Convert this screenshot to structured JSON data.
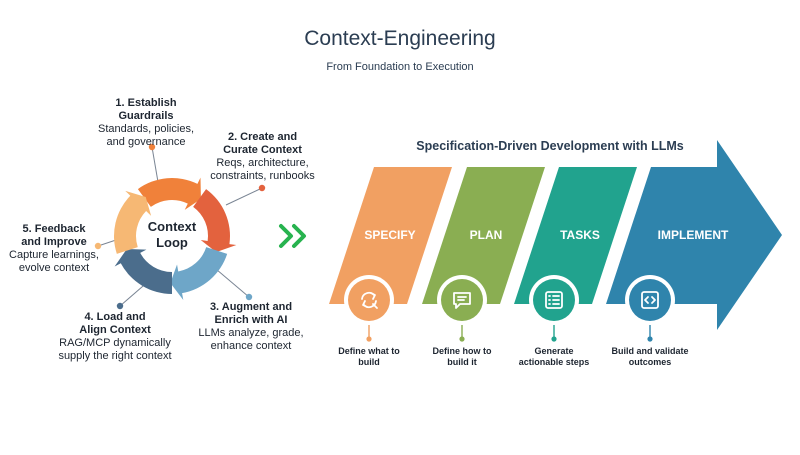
{
  "header": {
    "title": "Context-Engineering",
    "subtitle": "From Foundation to Execution"
  },
  "loop": {
    "center_line1": "Context",
    "center_line2": "Loop",
    "steps": [
      {
        "heading": "1. Establish\nGuardrails",
        "desc": "Standards, policies,\nand governance",
        "color": "#f0813a"
      },
      {
        "heading": "2. Create and\nCurate Context",
        "desc": "Reqs, architecture,\nconstraints, runbooks",
        "color": "#e3623e"
      },
      {
        "heading": "3. Augment and\nEnrich with AI",
        "desc": "LLMs analyze, grade,\nenhance context",
        "color": "#6ea6c8"
      },
      {
        "heading": "4. Load and\nAlign Context",
        "desc": "RAG/MCP dynamically\nsupply the right context",
        "color": "#4b6d8c"
      },
      {
        "heading": "5. Feedback\nand Improve",
        "desc": "Capture learnings,\nevolve context",
        "color": "#f6b874"
      }
    ]
  },
  "flow": {
    "title": "Specification-Driven Development with LLMs",
    "phases": [
      {
        "label": "SPECIFY",
        "caption": "Define what to\nbuild",
        "color": "#f1a062",
        "icon": "refresh-search-icon"
      },
      {
        "label": "PLAN",
        "caption": "Define how to\nbuild it",
        "color": "#8aae52",
        "icon": "chat-icon"
      },
      {
        "label": "TASKS",
        "caption": "Generate\nactionable steps",
        "color": "#21a38e",
        "icon": "task-list-icon"
      },
      {
        "label": "IMPLEMENT",
        "caption": "Build and validate\noutcomes",
        "color": "#2f84ac",
        "icon": "code-icon"
      }
    ],
    "chevron_color": "#27b34f"
  }
}
